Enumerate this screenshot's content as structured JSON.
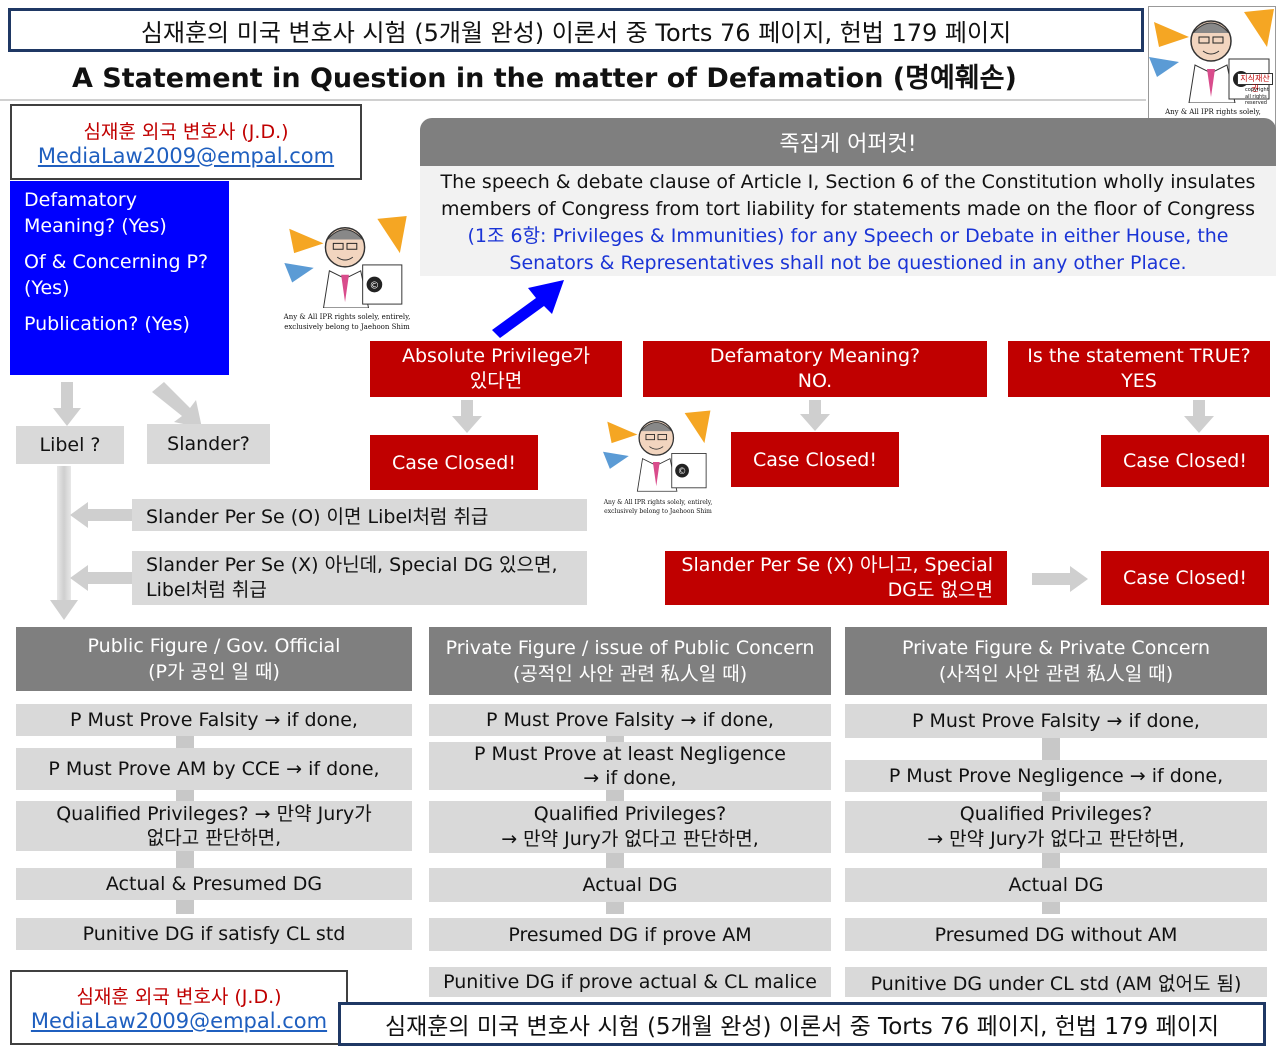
{
  "header": {
    "top_banner": "심재훈의 미국 변호사 시험 (5개월 완성) 이론서 중 Torts 76 페이지, 헌법 179 페이지",
    "title": "A Statement in Question in the matter of Defamation (명예훼손)"
  },
  "contact": {
    "name": "심재훈 외국 변호사 (J.D.)",
    "email": "MediaLaw2009@empal.com"
  },
  "mascot": {
    "caption_line1": "Any & All IPR rights solely, entirely,",
    "caption_line2": "exclusively belong to Jaehoon Shim",
    "seal": "지식재산권",
    "copyright": "copyright",
    "rights": "all rights reserved"
  },
  "elements": {
    "questions": [
      "Defamatory Meaning? (Yes)",
      "Of & Concerning P? (Yes)",
      "Publication? (Yes)"
    ],
    "libel": "Libel ?",
    "slander": "Slander?",
    "slander_per_se_o": "Slander Per Se (O) 이면 Libel처럼 취급",
    "slander_per_se_x": [
      "Slander Per Se (X) 아닌데, Special DG 있으면,",
      "Libel처럼 취급"
    ]
  },
  "tip": {
    "title": "족집게 어퍼컷!",
    "line1": "The speech & debate clause of Article I, Section 6 of the Constitution wholly insulates",
    "line2": "members of Congress from tort liability for statements made on the floor of Congress",
    "line3": "(1조 6항: Privileges & Immunities) for any Speech or Debate in either House, the",
    "line4": "Senators & Representatives shall not be questioned in any other Place."
  },
  "defenses": {
    "absolute_privilege": [
      "Absolute Privilege가",
      "있다면"
    ],
    "defamatory_no": [
      "Defamatory Meaning?",
      "NO."
    ],
    "truth_yes": [
      "Is the statement TRUE?",
      "YES"
    ],
    "no_special_dg": [
      "Slander Per Se (X) 아니고, Special",
      "DG도 없으면"
    ],
    "case_closed": "Case Closed!"
  },
  "columns": [
    {
      "header": [
        "Public Figure / Gov. Official",
        "(P가 공인 일 때)"
      ],
      "steps": [
        [
          "P Must Prove Falsity → if done,"
        ],
        [
          "P Must Prove AM by CCE → if done,"
        ],
        [
          "Qualified Privileges? → 만약 Jury가",
          "없다고 판단하면,"
        ],
        [
          "Actual & Presumed DG"
        ],
        [
          "Punitive DG if satisfy CL std"
        ]
      ]
    },
    {
      "header": [
        "Private Figure / issue of Public Concern",
        "(공적인 사안 관련 私人일 때)"
      ],
      "steps": [
        [
          "P Must Prove Falsity → if done,"
        ],
        [
          "P Must Prove at least Negligence",
          "→ if done,"
        ],
        [
          "Qualified Privileges?",
          "→ 만약 Jury가 없다고 판단하면,"
        ],
        [
          "Actual DG"
        ],
        [
          "Presumed DG if prove AM"
        ],
        [
          "Punitive DG if prove actual & CL malice"
        ]
      ]
    },
    {
      "header": [
        "Private Figure & Private Concern",
        "(사적인 사안 관련 私人일 때)"
      ],
      "steps": [
        [
          "P Must Prove Falsity → if done,"
        ],
        [
          "P Must Prove Negligence → if done,"
        ],
        [
          "Qualified Privileges?",
          "→ 만약 Jury가 없다고 판단하면,"
        ],
        [
          "Actual DG"
        ],
        [
          "Presumed DG without AM"
        ],
        [
          "Punitive DG under CL std (AM 없어도 됨)"
        ]
      ]
    }
  ],
  "colors": {
    "red": "#c00000",
    "blue": "#0000ff",
    "gray": "#d9d9d9",
    "dark_gray": "#7f7f7f",
    "link_blue": "#1f5fbf",
    "tip_blue": "#1a34d6"
  },
  "footer": {
    "banner": "심재훈의 미국 변호사 시험 (5개월 완성) 이론서 중 Torts 76 페이지, 헌법 179 페이지"
  }
}
